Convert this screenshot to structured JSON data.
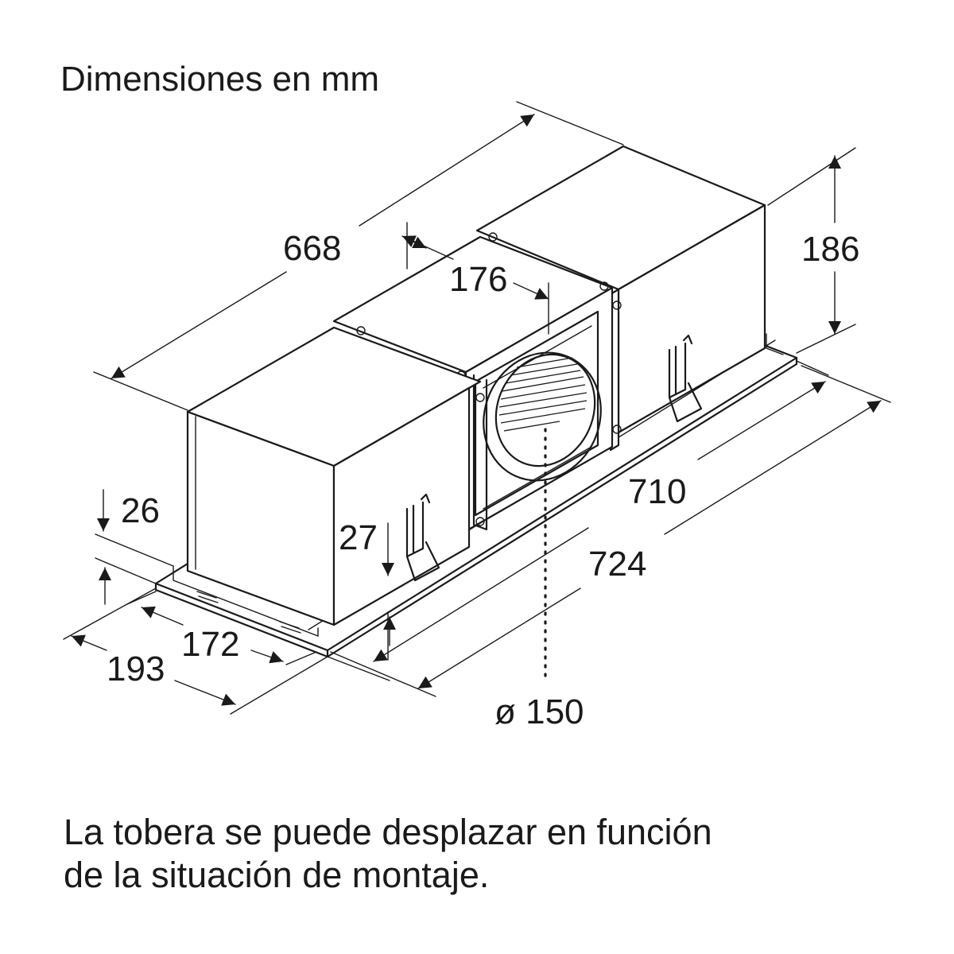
{
  "title": "Dimensiones en mm",
  "note": {
    "line1": "La tobera se puede desplazar en función",
    "line2": "de la situación de montaje."
  },
  "dimensions": {
    "length": "668",
    "nozzle_offset": "176",
    "height": "186",
    "top_flange": "26",
    "inner_step": "27",
    "inner_width": "172",
    "outer_width": "193",
    "frame_length": "710",
    "overall_length": "724",
    "duct_diameter": "ø 150"
  }
}
